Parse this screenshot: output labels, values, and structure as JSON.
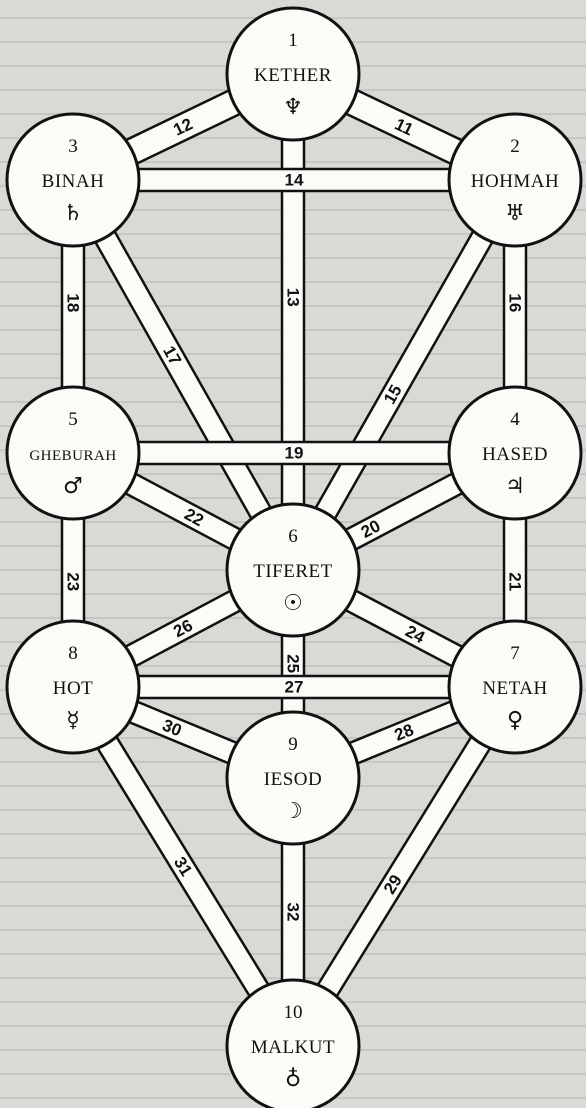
{
  "sephirot": [
    {
      "id": 1,
      "number": "1",
      "name": "KETHER",
      "symbol": "♆",
      "symbol_icon": "neptune-icon"
    },
    {
      "id": 2,
      "number": "2",
      "name": "HOHMAH",
      "symbol": "♅",
      "symbol_icon": "uranus-icon"
    },
    {
      "id": 3,
      "number": "3",
      "name": "BINAH",
      "symbol": "♄",
      "symbol_icon": "saturn-icon"
    },
    {
      "id": 4,
      "number": "4",
      "name": "HASED",
      "symbol": "♃",
      "symbol_icon": "jupiter-icon"
    },
    {
      "id": 5,
      "number": "5",
      "name": "GHEBURAH",
      "symbol": "♂",
      "symbol_icon": "mars-icon"
    },
    {
      "id": 6,
      "number": "6",
      "name": "TIFERET",
      "symbol": "☉",
      "symbol_icon": "sun-icon"
    },
    {
      "id": 7,
      "number": "7",
      "name": "NETAH",
      "symbol": "♀",
      "symbol_icon": "venus-icon"
    },
    {
      "id": 8,
      "number": "8",
      "name": "HOT",
      "symbol": "☿",
      "symbol_icon": "mercury-icon"
    },
    {
      "id": 9,
      "number": "9",
      "name": "IESOD",
      "symbol": "☽",
      "symbol_icon": "moon-icon"
    },
    {
      "id": 10,
      "number": "10",
      "name": "MALKUT",
      "symbol": "♁",
      "symbol_icon": "earth-icon"
    }
  ],
  "paths": [
    {
      "label": "11",
      "from": 1,
      "to": 2
    },
    {
      "label": "12",
      "from": 1,
      "to": 3
    },
    {
      "label": "13",
      "from": 1,
      "to": 6
    },
    {
      "label": "14",
      "from": 2,
      "to": 3
    },
    {
      "label": "15",
      "from": 2,
      "to": 6
    },
    {
      "label": "16",
      "from": 2,
      "to": 4
    },
    {
      "label": "17",
      "from": 3,
      "to": 6
    },
    {
      "label": "18",
      "from": 3,
      "to": 5
    },
    {
      "label": "19",
      "from": 4,
      "to": 5
    },
    {
      "label": "20",
      "from": 4,
      "to": 6
    },
    {
      "label": "21",
      "from": 4,
      "to": 7
    },
    {
      "label": "22",
      "from": 5,
      "to": 6
    },
    {
      "label": "23",
      "from": 5,
      "to": 8
    },
    {
      "label": "24",
      "from": 6,
      "to": 7
    },
    {
      "label": "25",
      "from": 6,
      "to": 9
    },
    {
      "label": "26",
      "from": 6,
      "to": 8
    },
    {
      "label": "27",
      "from": 7,
      "to": 8
    },
    {
      "label": "28",
      "from": 7,
      "to": 9
    },
    {
      "label": "29",
      "from": 7,
      "to": 10
    },
    {
      "label": "30",
      "from": 8,
      "to": 9
    },
    {
      "label": "31",
      "from": 8,
      "to": 10
    },
    {
      "label": "32",
      "from": 9,
      "to": 10
    }
  ]
}
